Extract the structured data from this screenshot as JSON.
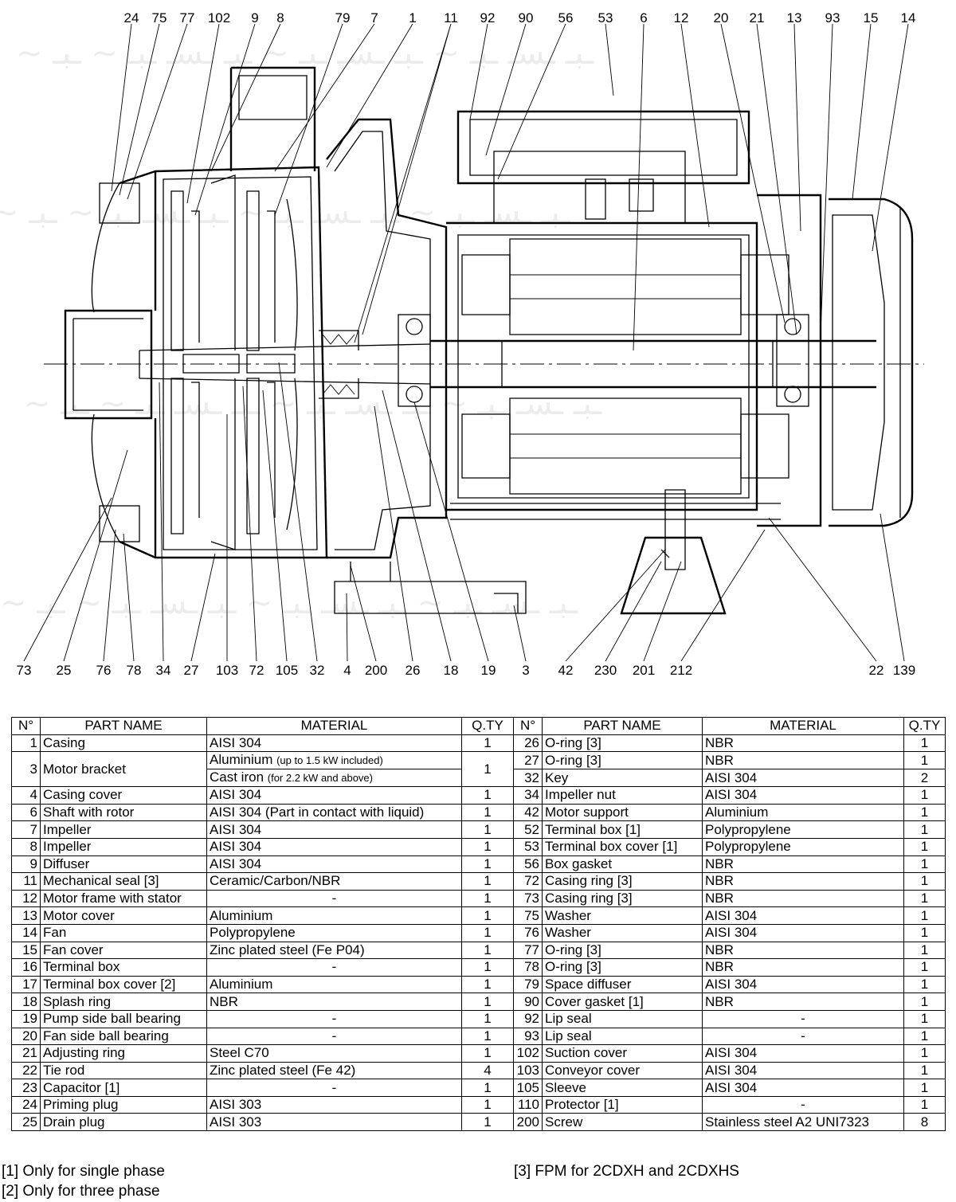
{
  "callouts_top": [
    "24",
    "75",
    "77",
    "102",
    "9",
    "8",
    "79",
    "7",
    "1",
    "11",
    "92",
    "90",
    "56",
    "53",
    "6",
    "12",
    "20",
    "21",
    "13",
    "93",
    "15",
    "14"
  ],
  "callouts_bottom": [
    "73",
    "25",
    "76",
    "78",
    "34",
    "27",
    "103",
    "72",
    "105",
    "32",
    "4",
    "200",
    "26",
    "18",
    "19",
    "3",
    "42",
    "230",
    "201",
    "212",
    "22",
    "139"
  ],
  "table": {
    "headers": [
      "N°",
      "PART NAME",
      "MATERIAL",
      "Q.TY",
      "N°",
      "PART NAME",
      "MATERIAL",
      "Q.TY"
    ],
    "left": [
      {
        "n": "1",
        "name": "Casing",
        "material": "AISI 304",
        "qty": "1"
      },
      {
        "n": "3",
        "name": "Motor bracket",
        "material": "Aluminium",
        "material_note": "(up to 1.5 kW included)",
        "material2": "Cast iron",
        "material2_note": "(for 2.2 kW and above)",
        "qty": "1"
      },
      {
        "n": "4",
        "name": "Casing cover",
        "material": "AISI 304",
        "qty": "1"
      },
      {
        "n": "6",
        "name": "Shaft with rotor",
        "material": "AISI 304 (Part in contact with liquid)",
        "qty": "1"
      },
      {
        "n": "7",
        "name": "Impeller",
        "material": "AISI 304",
        "qty": "1"
      },
      {
        "n": "8",
        "name": "Impeller",
        "material": "AISI 304",
        "qty": "1"
      },
      {
        "n": "9",
        "name": "Diffuser",
        "material": "AISI 304",
        "qty": "1"
      },
      {
        "n": "11",
        "name": "Mechanical seal [3]",
        "material": "Ceramic/Carbon/NBR",
        "qty": "1"
      },
      {
        "n": "12",
        "name": "Motor frame with stator",
        "material": "-",
        "qty": "1"
      },
      {
        "n": "13",
        "name": "Motor cover",
        "material": "Aluminium",
        "qty": "1"
      },
      {
        "n": "14",
        "name": "Fan",
        "material": "Polypropylene",
        "qty": "1"
      },
      {
        "n": "15",
        "name": "Fan cover",
        "material": "Zinc plated steel (Fe P04)",
        "qty": "1"
      },
      {
        "n": "16",
        "name": "Terminal box",
        "material": "-",
        "qty": "1"
      },
      {
        "n": "17",
        "name": "Terminal box cover  [2]",
        "material": "Aluminium",
        "qty": "1"
      },
      {
        "n": "18",
        "name": "Splash ring",
        "material": "NBR",
        "qty": "1"
      },
      {
        "n": "19",
        "name": "Pump side ball bearing",
        "material": "-",
        "qty": "1"
      },
      {
        "n": "20",
        "name": "Fan side ball bearing",
        "material": "-",
        "qty": "1"
      },
      {
        "n": "21",
        "name": "Adjusting ring",
        "material": "Steel C70",
        "qty": "1"
      },
      {
        "n": "22",
        "name": "Tie rod",
        "material": "Zinc plated steel (Fe 42)",
        "qty": "4"
      },
      {
        "n": "23",
        "name": "Capacitor  [1]",
        "material": "-",
        "qty": "1"
      },
      {
        "n": "24",
        "name": "Priming plug",
        "material": "AISI 303",
        "qty": "1"
      },
      {
        "n": "25",
        "name": "Drain plug",
        "material": "AISI 303",
        "qty": "1"
      }
    ],
    "right": [
      {
        "n": "26",
        "name": "O-ring   [3]",
        "material": "NBR",
        "qty": "1"
      },
      {
        "n": "27",
        "name": "O-ring   [3]",
        "material": "NBR",
        "qty": "1"
      },
      {
        "n": "32",
        "name": "Key",
        "material": "AISI 304",
        "qty": "2"
      },
      {
        "n": "34",
        "name": "Impeller nut",
        "material": "AISI 304",
        "qty": "1"
      },
      {
        "n": "42",
        "name": "Motor support",
        "material": "Aluminium",
        "qty": "1"
      },
      {
        "n": "52",
        "name": "Terminal box  [1]",
        "material": "Polypropylene",
        "qty": "1"
      },
      {
        "n": "53",
        "name": "Terminal box cover [1]",
        "material": "Polypropylene",
        "qty": "1"
      },
      {
        "n": "56",
        "name": "Box gasket",
        "material": "NBR",
        "qty": "1"
      },
      {
        "n": "72",
        "name": "Casing ring  [3]",
        "material": "NBR",
        "qty": "1"
      },
      {
        "n": "73",
        "name": "Casing ring  [3]",
        "material": "NBR",
        "qty": "1"
      },
      {
        "n": "75",
        "name": "Washer",
        "material": "AISI 304",
        "qty": "1"
      },
      {
        "n": "76",
        "name": "Washer",
        "material": "AISI 304",
        "qty": "1"
      },
      {
        "n": "77",
        "name": "O-ring   [3]",
        "material": "NBR",
        "qty": "1"
      },
      {
        "n": "78",
        "name": "O-ring   [3]",
        "material": "NBR",
        "qty": "1"
      },
      {
        "n": "79",
        "name": "Space diffuser",
        "material": "AISI 304",
        "qty": "1"
      },
      {
        "n": "90",
        "name": "Cover gasket [1]",
        "material": "NBR",
        "qty": "1"
      },
      {
        "n": "92",
        "name": "Lip seal",
        "material": "-",
        "qty": "1"
      },
      {
        "n": "93",
        "name": "Lip seal",
        "material": "-",
        "qty": "1"
      },
      {
        "n": "102",
        "name": "Suction cover",
        "material": "AISI 304",
        "qty": "1"
      },
      {
        "n": "103",
        "name": "Conveyor cover",
        "material": "AISI 304",
        "qty": "1"
      },
      {
        "n": "105",
        "name": "Sleeve",
        "material": "AISI 304",
        "qty": "1"
      },
      {
        "n": "110",
        "name": "Protector  [1]",
        "material": "-",
        "qty": "1"
      },
      {
        "n": "200",
        "name": "Screw",
        "material": "Stainless steel A2 UNI7323",
        "qty": "8"
      }
    ]
  },
  "notes": {
    "n1": "[1]   Only for single phase",
    "n2": "[2]   Only for three phase",
    "n3": "[3]   FPM for 2CDXH and 2CDXHS"
  }
}
